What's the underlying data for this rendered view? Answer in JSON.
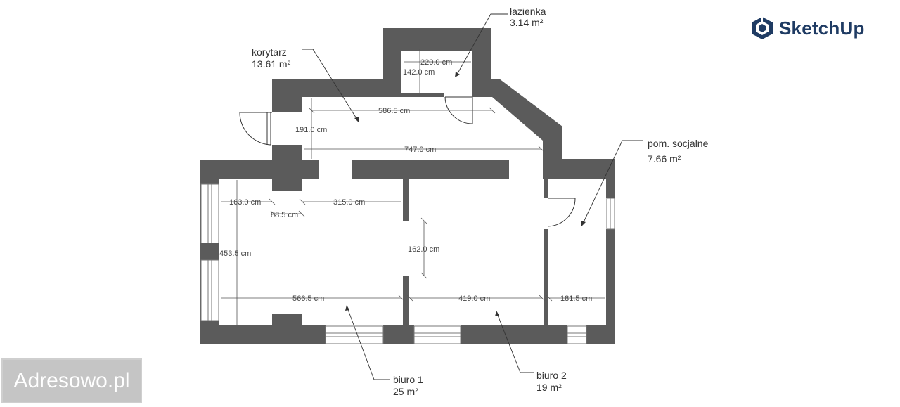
{
  "brand": {
    "name": "SketchUp",
    "icon": "sketchup-cube-icon",
    "color": "#1f3b63"
  },
  "watermark": {
    "text": "Adresowo.pl"
  },
  "rooms": {
    "lazienka": {
      "name": "łazienka",
      "area": "3.14 m²"
    },
    "korytarz": {
      "name": "korytarz",
      "area": "13.61 m²"
    },
    "socjalne": {
      "name": "pom. socjalne",
      "area": "7.66 m²"
    },
    "biuro1": {
      "name": "biuro 1",
      "area": "25 m²"
    },
    "biuro2": {
      "name": "biuro 2",
      "area": "19 m²"
    }
  },
  "dimensions": {
    "d1": "220.0 cm",
    "d2": "142.0 cm",
    "d3": "586.5 cm",
    "d4": "191.0 cm",
    "d5": "747.0 cm",
    "d6": "163.0 cm",
    "d7": "88.5 cm",
    "d8": "315.0 cm",
    "d9": "453.5 cm",
    "d10": "162.0 cm",
    "d11": "566.5 cm",
    "d12": "419.0 cm",
    "d13": "181.5 cm"
  },
  "colors": {
    "wall": "#5b5b5b",
    "background": "#ffffff"
  }
}
